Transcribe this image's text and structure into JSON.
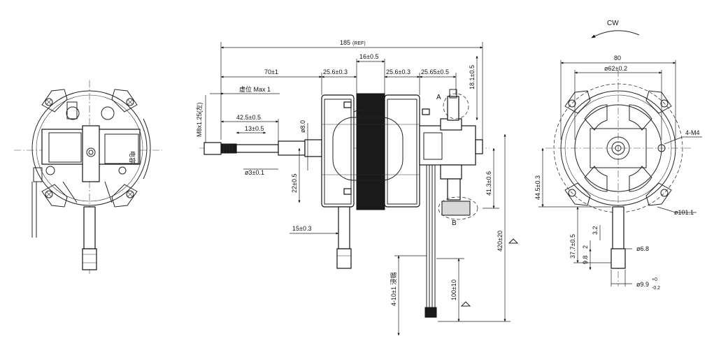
{
  "rotation": {
    "label": "CW"
  },
  "side_view": {
    "dims": {
      "overall": "185",
      "overall_suffix": "(REF)",
      "stack": "16±0.5",
      "shaft_len": "70±1",
      "left_pitch": "25.6±0.3",
      "right_pitch": "25.6±0.3",
      "rear_pitch": "25.65±0.5",
      "height_a": "18.1±0.5",
      "thread": "M8x1.25(左)",
      "max_pos": "虚位 Max 1",
      "flat_len": "42.5±0.5",
      "flat_sub": "13±0.5",
      "shaft_dia": "ø8.0",
      "hole_dia": "ø3±0.1",
      "offset": "22±0.5",
      "lower_shaft": "15±0.3",
      "vert_a": "41.3±0.6",
      "lead_len": "420±20",
      "lead_strip": "4-10±1 浸锡",
      "lead_sub": "100±10",
      "detail_a": "A",
      "detail_b": "B"
    }
  },
  "front_view": {
    "dims": {
      "width": "80",
      "pcd": "ø62±0.2",
      "hole": "4-M4",
      "height": "44.5±0.3",
      "outer": "ø101.1",
      "shaft_len": "37.7±0.5",
      "gap_a": "2",
      "gap_b": "3.2",
      "shaft_end": "9.8",
      "dia_a": "ø6.8",
      "dia_b": "ø9.9",
      "tol_up": "+0",
      "tol_dn": "-0.2"
    }
  },
  "left_view": {
    "label_cn": "电容"
  }
}
